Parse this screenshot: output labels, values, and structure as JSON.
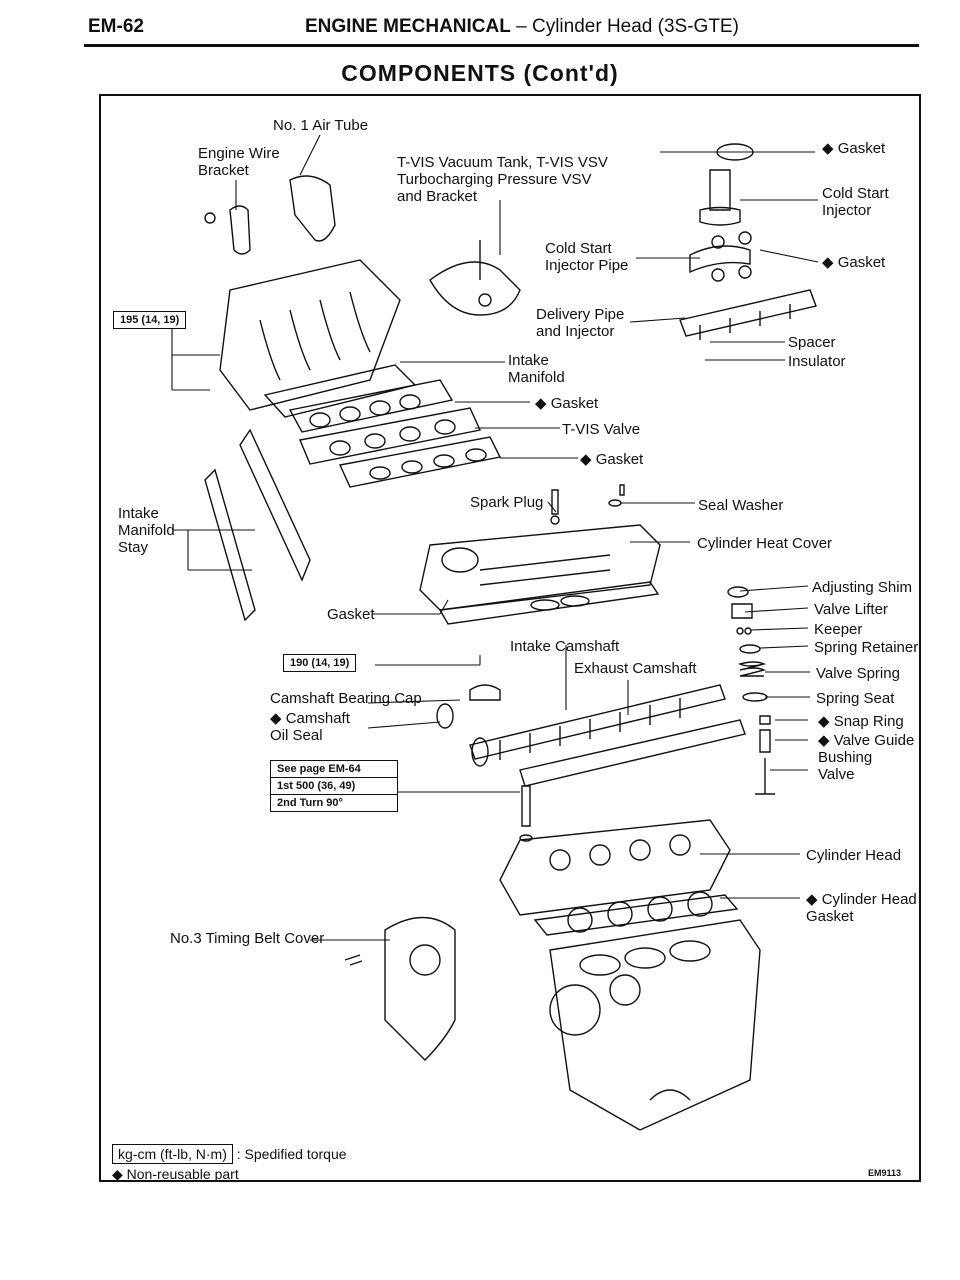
{
  "header": {
    "page": "EM-62",
    "section": "ENGINE MECHANICAL",
    "subsection": "– Cylinder Head (3S-GTE)"
  },
  "heading": "COMPONENTS (Cont'd)",
  "labels": {
    "no1_air_tube": "No. 1 Air Tube",
    "engine_wire_bracket": "Engine Wire\nBracket",
    "tvis_vacuum_tank": "T-VIS Vacuum Tank, T-VIS VSV\nTurbocharging Pressure VSV\nand Bracket",
    "gasket_top": "◆ Gasket",
    "cold_start_injector": "Cold Start\nInjector",
    "cold_start_injector_pipe": "Cold Start\nInjector Pipe",
    "gasket_pipe": "◆ Gasket",
    "delivery_pipe": "Delivery Pipe\nand Injector",
    "spacer": "Spacer",
    "insulator": "Insulator",
    "intake_manifold": "Intake\nManifold",
    "gasket_manifold": "◆ Gasket",
    "tvis_valve": "T-VIS Valve",
    "gasket_tvis": "◆ Gasket",
    "intake_manifold_stay": "Intake\nManifold\nStay",
    "spark_plug": "Spark Plug",
    "seal_washer": "Seal Washer",
    "cylinder_heat_cover": "Cylinder Heat Cover",
    "gasket_cover": "Gasket",
    "adjusting_shim": "Adjusting Shim",
    "valve_lifter": "Valve Lifter",
    "keeper": "Keeper",
    "spring_retainer": "Spring Retainer",
    "valve_spring": "Valve Spring",
    "spring_seat": "Spring Seat",
    "snap_ring": "◆ Snap Ring",
    "valve_guide_bushing": "◆ Valve Guide\nBushing",
    "valve": "Valve",
    "intake_camshaft": "Intake Camshaft",
    "exhaust_camshaft": "Exhaust Camshaft",
    "camshaft_bearing_cap": "Camshaft Bearing Cap",
    "camshaft_oil_seal": "◆ Camshaft\nOil Seal",
    "cylinder_head": "Cylinder Head",
    "cylinder_head_gasket": "◆ Cylinder Head\nGasket",
    "no3_timing_belt_cover": "No.3 Timing Belt Cover"
  },
  "torques": {
    "t1": "195 (14, 19)",
    "t2": "190 (14, 19)",
    "head_bolt": [
      "See page EM-64",
      "1st  500 (36, 49)",
      "2nd Turn 90°"
    ]
  },
  "legend": {
    "torque_unit": "kg-cm (ft-lb, N·m)",
    "torque_text": ": Spedified torque",
    "nonreusable": "◆ Non-reusable part"
  },
  "figure_code": "EM9113"
}
